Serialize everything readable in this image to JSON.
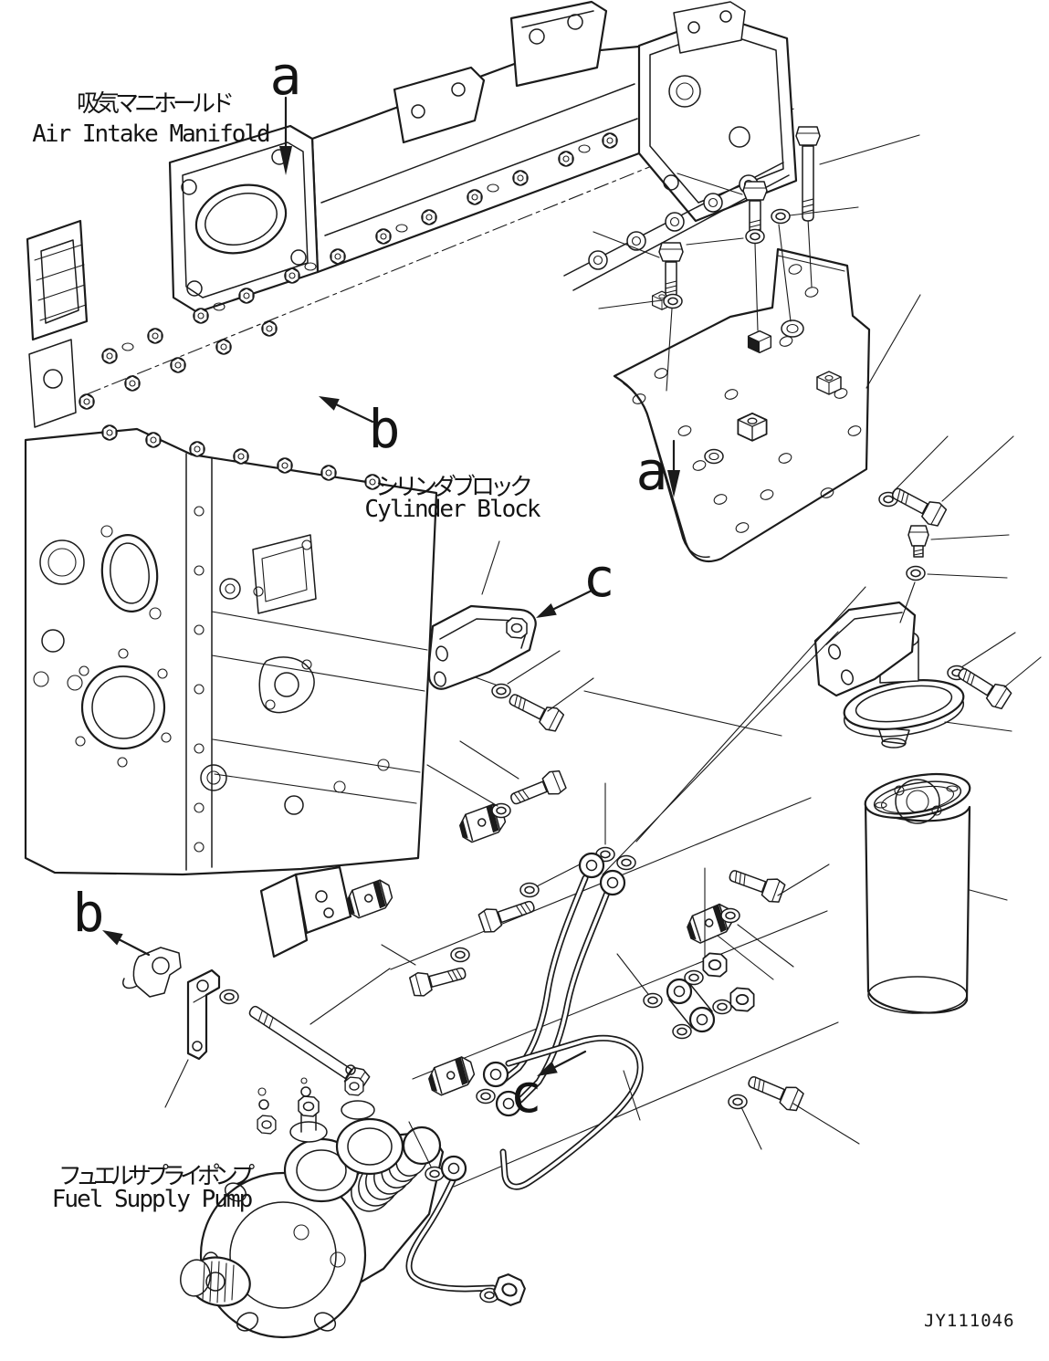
{
  "figure": {
    "code": "JY111046"
  },
  "labels": {
    "air_intake_manifold": {
      "jp": "吸気マニホールド",
      "en": "Air Intake Manifold"
    },
    "cylinder_block": {
      "jp": "シリンダブロック",
      "en": "Cylinder Block"
    },
    "fuel_supply_pump": {
      "jp": "フュエルサプライポンプ",
      "en": "Fuel Supply Pump"
    }
  },
  "view_markers": {
    "a_manifold": "a",
    "a_bracket": "a",
    "b_manifold": "b",
    "b_pump": "b",
    "c_bracket": "c",
    "c_pipe": "c"
  }
}
